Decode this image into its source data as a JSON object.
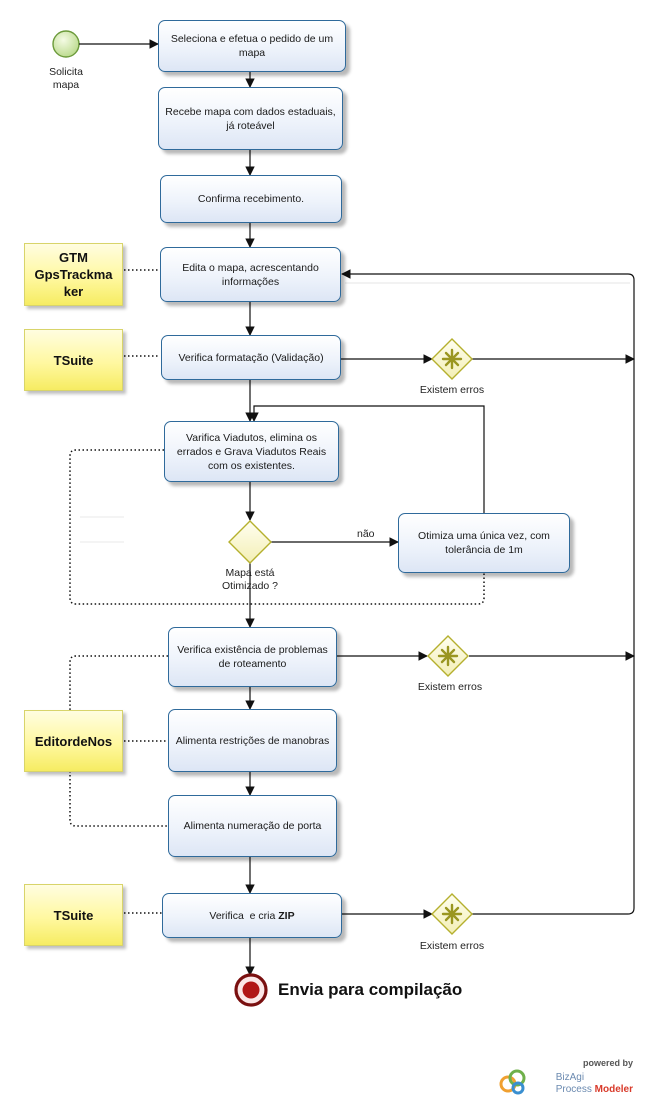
{
  "start_event": {
    "label": "Solicita\nmapa"
  },
  "tasks": {
    "t1": "Seleciona e efetua o pedido de um mapa",
    "t2": "Recebe mapa com dados estaduais, já roteável",
    "t3": "Confirma recebimento.",
    "t4": "Edita o mapa, acrescentando informações",
    "t5": "Verifica formatação  (Validação)",
    "t6": "Varifica Viadutos, elimina os errados e Grava  Viadutos Reais com os existentes.",
    "t7": "Otimiza  uma única vez, com tolerância de 1m",
    "t8": "Verifica existência de problemas de roteamento",
    "t9": "Alimenta restrições de manobras",
    "t10": "Alimenta numeração de porta",
    "t11_prefix": "Verifica  e cria ",
    "t11_bold": "ZIP"
  },
  "tools": {
    "gtm": "GTM\nGpsTrackma\nker",
    "tsuite1": "TSuite",
    "editor": "EditordeNos",
    "tsuite2": "TSuite"
  },
  "gateways": {
    "optimized": "Mapa está\nOtimizado ?",
    "no_label": "não",
    "errors1": "Existem erros",
    "errors2": "Existem erros",
    "errors3": "Existem erros"
  },
  "end_event": {
    "label": "Envia para compilação"
  },
  "branding": {
    "powered_by": "powered by",
    "brand_line1": "BizAgi",
    "brand_line2a": "Process ",
    "brand_line2b": "Modeler"
  }
}
